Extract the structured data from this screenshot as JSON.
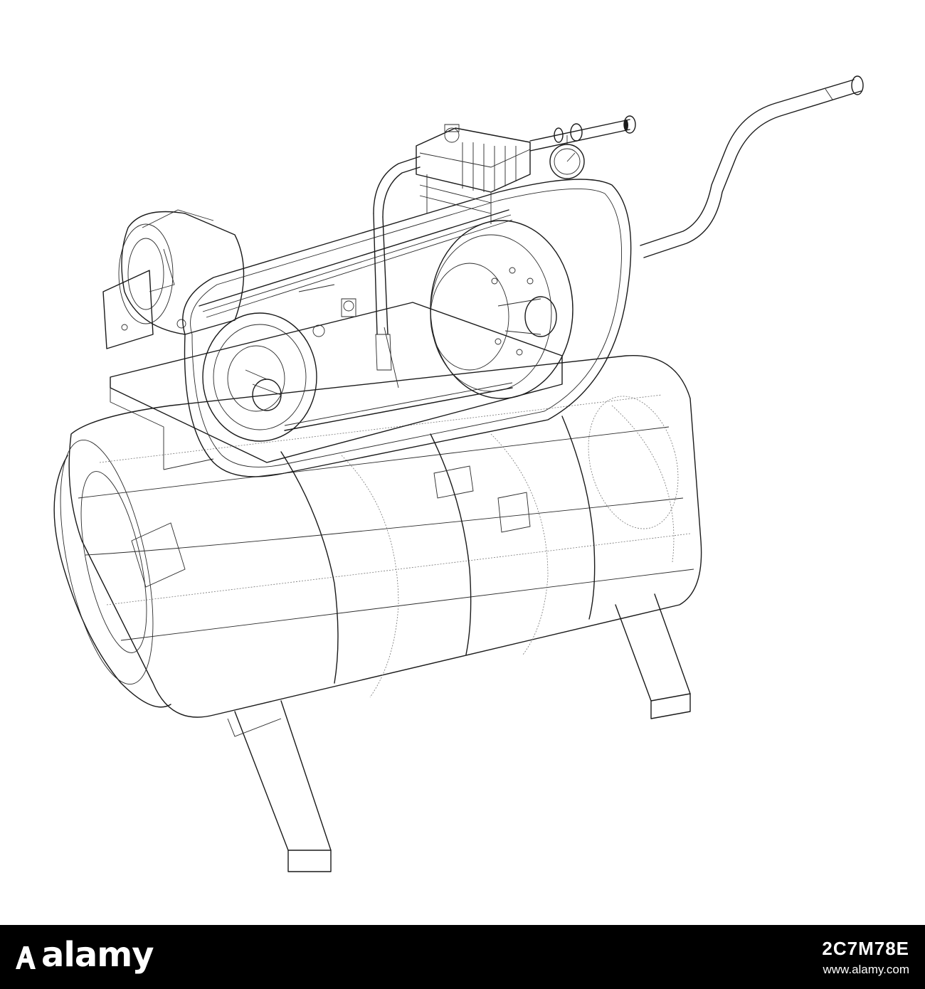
{
  "footer": {
    "brand": "alamy",
    "image_id": "2C7M78E",
    "site": "www.alamy.com"
  },
  "colors": {
    "line": "#1a1a1a",
    "background": "#ffffff",
    "footer_bg": "#000000",
    "footer_text": "#ffffff"
  },
  "icons": {
    "brand_mark": "alamy-a-logo-icon"
  }
}
